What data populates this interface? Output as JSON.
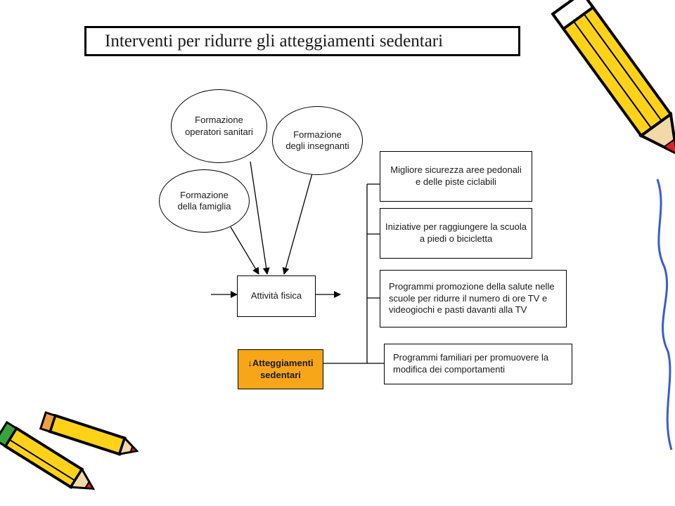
{
  "title": "Interventi per ridurre gli atteggiamenti sedentari",
  "nodes": {
    "operatori": "Formazione\noperatori sanitari",
    "insegnanti": "Formazione\ndegli insegnanti",
    "famiglia": "Formazione\ndella famiglia",
    "attivita": "Attività fisica",
    "atteggiamenti": "↓Atteggiamenti\nsedentari",
    "sicurezza": "Migliore sicurezza aree pedonali\ne delle piste ciclabili",
    "iniziative": "Iniziative per raggiungere la scuola\na piedi o bicicletta",
    "programmi_scuole": "Programmi promozione della salute nelle\nscuole   per ridurre il numero di ore TV  e\nvideogiochi e pasti davanti alla TV",
    "programmi_familiari": "Programmi familiari per promuovere la\nmodifica dei comportamenti"
  },
  "colors": {
    "highlight_box": "#f7a519",
    "pencil_body": "#ffd21a",
    "pencil_tip": "#e02020",
    "pencil_eraser": "#3aa23a"
  },
  "icons": [
    "pencil-icon",
    "pencil-icon",
    "pencil-icon"
  ]
}
